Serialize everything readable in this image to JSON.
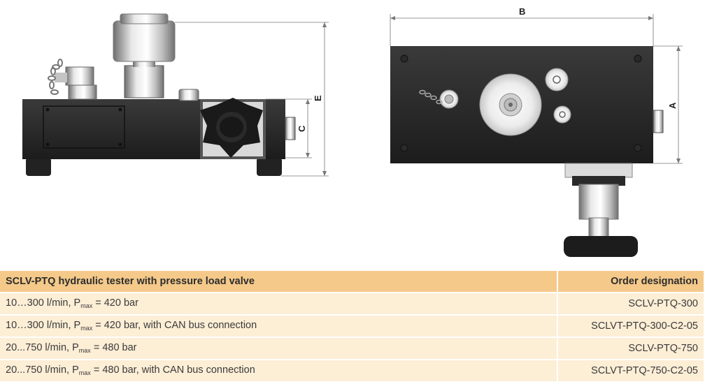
{
  "dimensions": {
    "A": "A",
    "B": "B",
    "C": "C",
    "E": "E"
  },
  "table": {
    "header": {
      "description": "SCLV-PTQ hydraulic tester with pressure load valve",
      "code": "Order designation"
    },
    "rows": [
      {
        "flow": "10…300 l/min, P",
        "sub": "max",
        "rest": " = 420 bar",
        "code": "SCLV-PTQ-300"
      },
      {
        "flow": "10…300 l/min, P",
        "sub": "max",
        "rest": " = 420 bar, with CAN bus connection",
        "code": "SCLVT-PTQ-300-C2-05"
      },
      {
        "flow": "20...750 l/min, P",
        "sub": "max",
        "rest": " = 480 bar",
        "code": "SCLV-PTQ-750"
      },
      {
        "flow": "20...750 l/min, P",
        "sub": "max",
        "rest": " = 480 bar, with CAN bus connection",
        "code": "SCLVT-PTQ-750-C2-05"
      }
    ]
  }
}
